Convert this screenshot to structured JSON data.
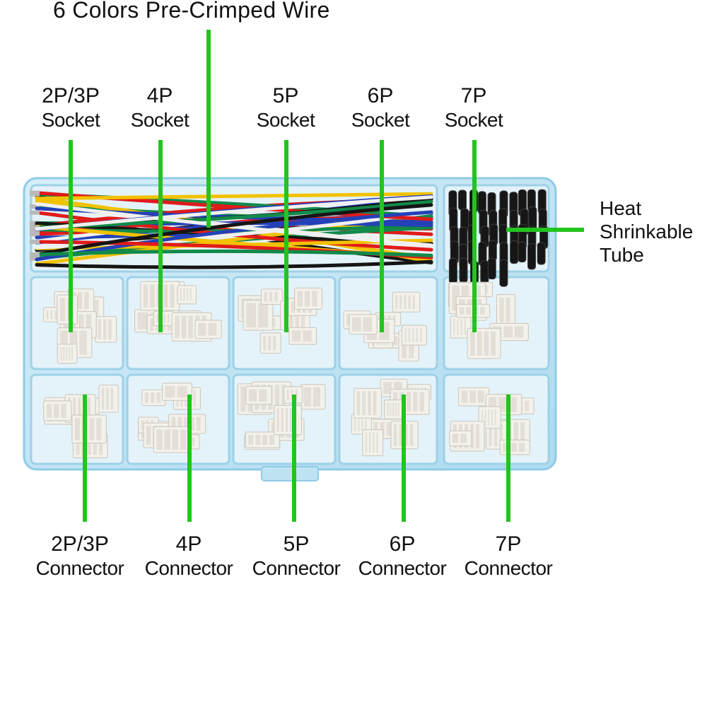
{
  "title": "6 Colors Pre-Crimped Wire",
  "sockets": [
    {
      "pins": "2P/3P",
      "kind": "Socket"
    },
    {
      "pins": "4P",
      "kind": "Socket"
    },
    {
      "pins": "5P",
      "kind": "Socket"
    },
    {
      "pins": "6P",
      "kind": "Socket"
    },
    {
      "pins": "7P",
      "kind": "Socket"
    }
  ],
  "connectors": [
    {
      "pins": "2P/3P",
      "kind": "Connector"
    },
    {
      "pins": "4P",
      "kind": "Connector"
    },
    {
      "pins": "5P",
      "kind": "Connector"
    },
    {
      "pins": "6P",
      "kind": "Connector"
    },
    {
      "pins": "7P",
      "kind": "Connector"
    }
  ],
  "heat_tube": {
    "line1": "Heat",
    "line2": "Shrinkable",
    "line3": "Tube"
  },
  "colors": {
    "leader": "#22c41e",
    "box": "#bfe3f3",
    "box_edge": "#8fcbe6",
    "connector": "#f3f1ec",
    "tube": "#161616",
    "wires": [
      "#e01b1b",
      "#151515",
      "#f2c200",
      "#118a4a",
      "#2441b8",
      "#f0f0f0"
    ]
  }
}
